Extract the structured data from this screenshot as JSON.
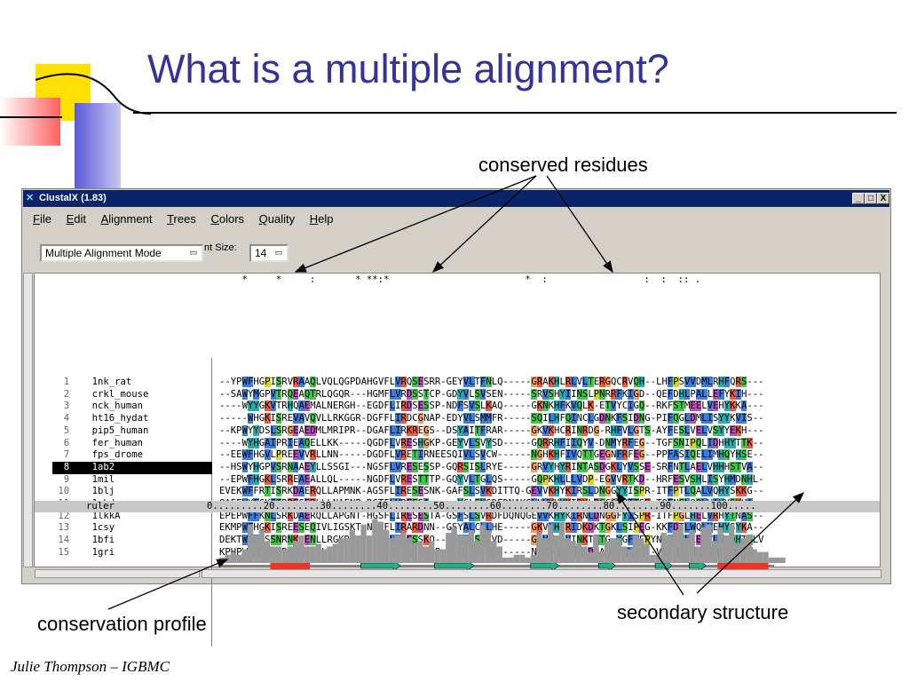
{
  "slide": {
    "title": "What is a multiple alignment?",
    "callouts": {
      "conserved": "conserved residues",
      "profile": "conservation profile",
      "secondary": "secondary structure"
    },
    "footer": "Julie Thompson – IGBMC"
  },
  "window": {
    "title": "ClustalX (1.83)",
    "controls": [
      "_",
      "□",
      "X"
    ],
    "menu": [
      "File",
      "Edit",
      "Alignment",
      "Trees",
      "Colors",
      "Quality",
      "Help"
    ],
    "mode": "Multiple Alignment Mode",
    "font_size_label": "nt Size:",
    "font_size": "14",
    "consensus": "    *     *     :       * **:*                        *  :                 :  :  :: .",
    "sequences": [
      {
        "num": "1",
        "name": "1nk_rat",
        "seq": "--YPWFHGPISRVRAAQLVQLQGPDAHGVFLVRQSESRR-GEYVLTFNLQ-----GRAKHLRLVLTERGQCRVQH--LHFPSVVDMLRHFQRS---"
      },
      {
        "num": "2",
        "name": "crkl_mouse",
        "seq": "--SAWYMGPVTRQEAQTRLQGQR---HGMFLVRDSSTCP-GDYVLSVSEN-----SRVSHYIINSLPNRRFKIGD--QEFDHLPALLEFYKIH---"
      },
      {
        "num": "3",
        "name": "nck_human",
        "seq": "----WYYGKVTRHQAEMALNERGH--EGDFLIRDSESSP-NDFSVSLKAQ-----GKNKHFKVQLK-ETVYCIGQ--RKFSTMEELVEHYKKA---"
      },
      {
        "num": "4",
        "name": "ht16_hydat",
        "seq": "-----WHGKISREVAVQVLLRKGGR-DGFFLIRDCGNAP-EDYVLSMMFR-----SQILHFQINCLGDNKFSIDNG-PIFQGLDMLISYYKVIS--"
      },
      {
        "num": "5",
        "name": "pip5_human",
        "seq": "--KPWYYDSLSRGEAEDMLMRIPR--DGAFLIRKREGS--DSYAITFRAR-----GKVKHCRINRDG-RHFVLGTS-AYFESLVELVSYYEKH---"
      },
      {
        "num": "6",
        "name": "fer_human",
        "seq": "----WYHGAIPRIEAQELLKK-----QGDFLVRESHGKP-GEYVLSVYSD-----GQRRHFIIQYV-DNMYRFEG--TGFSNIPQLIDHHYTTK--"
      },
      {
        "num": "7",
        "name": "fps_drome",
        "seq": "--EEWFHGVLPREEVVRLLNN-----DGDFLVRETIRNEESQIVLSVCW------NGHKHFIVQTTGEGNFRFEG--PPFASIQELIMHQYHSE--"
      },
      {
        "num": "8",
        "name": "1ab2",
        "seq": "--HSWYHGPVSRNAAEYLLSSGI---NGSFLVRESESSP-GQRSISLRYE-----GRVYHYRINTASDGKLYVSSE-SRFNTLAELVHHHSTVA--",
        "selected": true
      },
      {
        "num": "9",
        "name": "1mil",
        "seq": "--EPWFHGKLSRREAEALLQL-----NGDFLVRESTTTP-GQYVLTGLQS-----GQPKHLLLVDP-EGVVRTKD--HRFESVSHLISYHMDNHL-"
      },
      {
        "num": "10",
        "name": "1blj",
        "seq": "EVEKWFFRTISRKDAERQLLAPMNK-AGSFLIRESESNK-GAFSLSVKDITTQ-GEVVKHYKIRSLDNGGYYISPR-ITFPTLQALVQHYSKKG--"
      },
      {
        "num": "11",
        "name": "1shd",
        "seq": "QAEEWYFGKITRRESERLLLNAENP-RGTFLVRESEA-----YCLSVSDFDNAKGLNVKHYKIRKLDSGGFYITSR-TQFNSLQQLVAYYSKHA--"
      },
      {
        "num": "12",
        "name": "1lkkA",
        "seq": "EPEPWFFKNLSRKDAERQLLAPGNT-HGSFLIRESESTA-GSFSLSVRDFDQNQGEVVKHYKIRNLDNGGFYISPR-ITFPGLHELVRHYTNAS--"
      },
      {
        "num": "13",
        "name": "1csy",
        "seq": "EKMPWFHGKISREESEQIVLIGSKT-NGKFLIRARDNN--GSYALCLLHE-----GKVLHYRIDKDKTGKLSIPEG-KKFDTLWQLVEHYSYKA--"
      },
      {
        "num": "14",
        "name": "1bfi",
        "seq": "DEKTWNVGSSNRNKAENLLRGKR---DGTFLVRESSKQ--GCYACSVVVD-----GEVKHCVINKTATG-YGFAEPYNLYSSLKELVLHYQHTSLV"
      },
      {
        "num": "15",
        "name": "1gri",
        "seq": "KPHPWFFGKIPRAKAEEMLSKQRH--DGAFLIRESESAP-GDFSLSVKFG-----NDVQHFKVLRDGAGKYFLWV--VKFNSLNELVDYHRSTS---"
      }
    ],
    "ruler_label": "ruler",
    "ruler": "0.........20........30........40........50........60........70........80........90.......100.....",
    "profile_heights": [
      2,
      3,
      4,
      3,
      5,
      14,
      10,
      12,
      8,
      6,
      6,
      5,
      6,
      8,
      10,
      6,
      6,
      7,
      5,
      6,
      7,
      9,
      9,
      12,
      10,
      14,
      10,
      16,
      15,
      12,
      9,
      10,
      11,
      9,
      7,
      8,
      6,
      8,
      5,
      5,
      11,
      13,
      10,
      10,
      12,
      8,
      14,
      12,
      8,
      6,
      2,
      2,
      3,
      3,
      2,
      3,
      11,
      9,
      14,
      10,
      15,
      9,
      8,
      7,
      6,
      4,
      10,
      4,
      8,
      9,
      9,
      6,
      5,
      10,
      9,
      7,
      3,
      3,
      11,
      10,
      12,
      14,
      9,
      12,
      6,
      13,
      14,
      8,
      13,
      10,
      14,
      7,
      9,
      10,
      5,
      4,
      4,
      2,
      2,
      2
    ],
    "sec_structure": [
      {
        "type": "helix",
        "start": 9,
        "end": 15
      },
      {
        "type": "strand",
        "start": 25,
        "end": 31
      },
      {
        "type": "strand",
        "start": 38,
        "end": 44
      },
      {
        "type": "strand",
        "start": 55,
        "end": 59
      },
      {
        "type": "strand",
        "start": 67,
        "end": 69
      },
      {
        "type": "strand",
        "start": 77,
        "end": 79
      },
      {
        "type": "strand",
        "start": 83,
        "end": 85
      },
      {
        "type": "helix",
        "start": 88,
        "end": 96
      }
    ],
    "colors": {
      "hydrophobic": "#3a7fe0",
      "positive": "#ef5b3a",
      "negative": "#c04dc0",
      "polar": "#3ec94a",
      "glycine": "#f0a060",
      "proline": "#d6d620",
      "aromatic": "#20b0b0",
      "helix": "#ee3322",
      "strand": "#20b08a",
      "profile": "#999999"
    }
  }
}
